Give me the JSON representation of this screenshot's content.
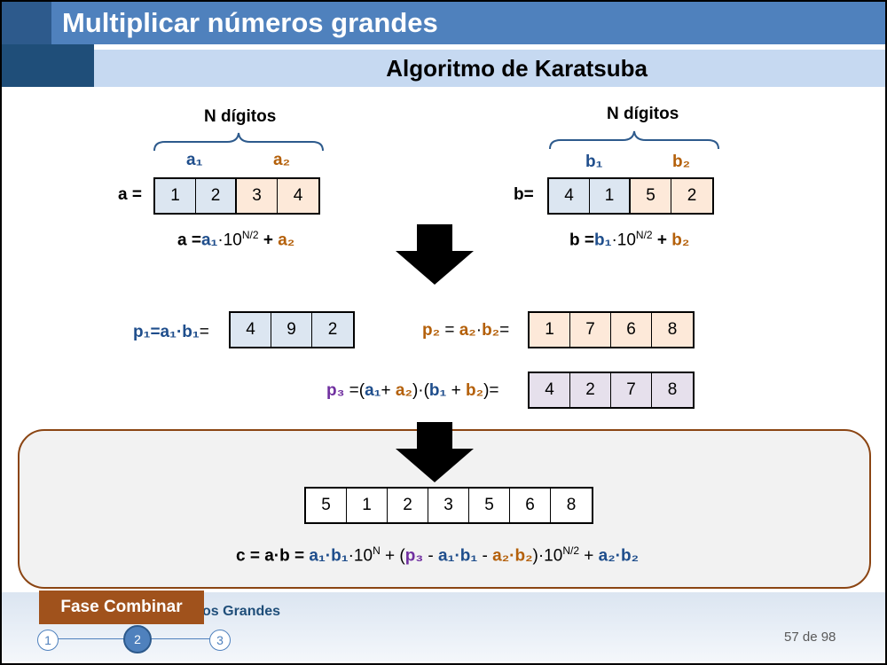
{
  "header": {
    "title": "Multiplicar números grandes",
    "subtitle": "Algoritmo de Karatsuba"
  },
  "a_block": {
    "ndigits": "N dígitos",
    "half1": "a₁",
    "half2": "a₂",
    "label": "a =",
    "digits": [
      "1",
      "2",
      "3",
      "4"
    ],
    "formula": {
      "lhs": "a =",
      "t1": "a₁",
      "mid": "·10",
      "exp": "N/2",
      "plus": " + ",
      "t2": "a₂"
    }
  },
  "b_block": {
    "ndigits": "N dígitos",
    "half1": "b₁",
    "half2": "b₂",
    "label": "b=",
    "digits": [
      "4",
      "1",
      "5",
      "2"
    ],
    "formula": {
      "lhs": "b =",
      "t1": "b₁",
      "mid": "·10",
      "exp": "N/2",
      "plus": " + ",
      "t2": "b₂"
    }
  },
  "p1": {
    "label_pre": "p₁=a₁·b₁",
    "label_eq": "=",
    "digits": [
      "4",
      "9",
      "2"
    ]
  },
  "p2": {
    "label_p": "p₂",
    "eq": " = ",
    "a": "a₂",
    "dot": "·",
    "b": "b₂",
    "end": "=",
    "digits": [
      "1",
      "7",
      "6",
      "8"
    ]
  },
  "p3": {
    "p": "p₃",
    "s1": " =(",
    "a1": "a₁",
    "plus1": "+ ",
    "a2": "a₂",
    "s2": ")·(",
    "b1": "b₁",
    "plus2": " + ",
    "b2": "b₂",
    "s3": ")=",
    "digits": [
      "4",
      "2",
      "7",
      "8"
    ]
  },
  "result": {
    "digits": [
      "5",
      "1",
      "2",
      "3",
      "5",
      "6",
      "8"
    ],
    "formula": {
      "c": "c = a·b = ",
      "ab1": "a₁·b₁",
      "t10": "·10",
      "expN": "N",
      "plusOpen": " + (",
      "p3": "p₃",
      "minus1": " - ",
      "ab1b": "a₁·b₁",
      "minus2": " - ",
      "ab2": "a₂·b₂",
      "close": ")·10",
      "expN2": "N/2",
      "plus": " + ",
      "ab2b": "a₂·b₂"
    }
  },
  "footer": {
    "phase": "Fase Combinar",
    "title": "os Grandes",
    "steps": [
      "1",
      "2",
      "3"
    ],
    "page": "57 de 98"
  },
  "colors": {
    "blue": "#1f4e8c",
    "orange": "#b4600a",
    "purple": "#7030a0",
    "panel_border": "#8b4513"
  }
}
